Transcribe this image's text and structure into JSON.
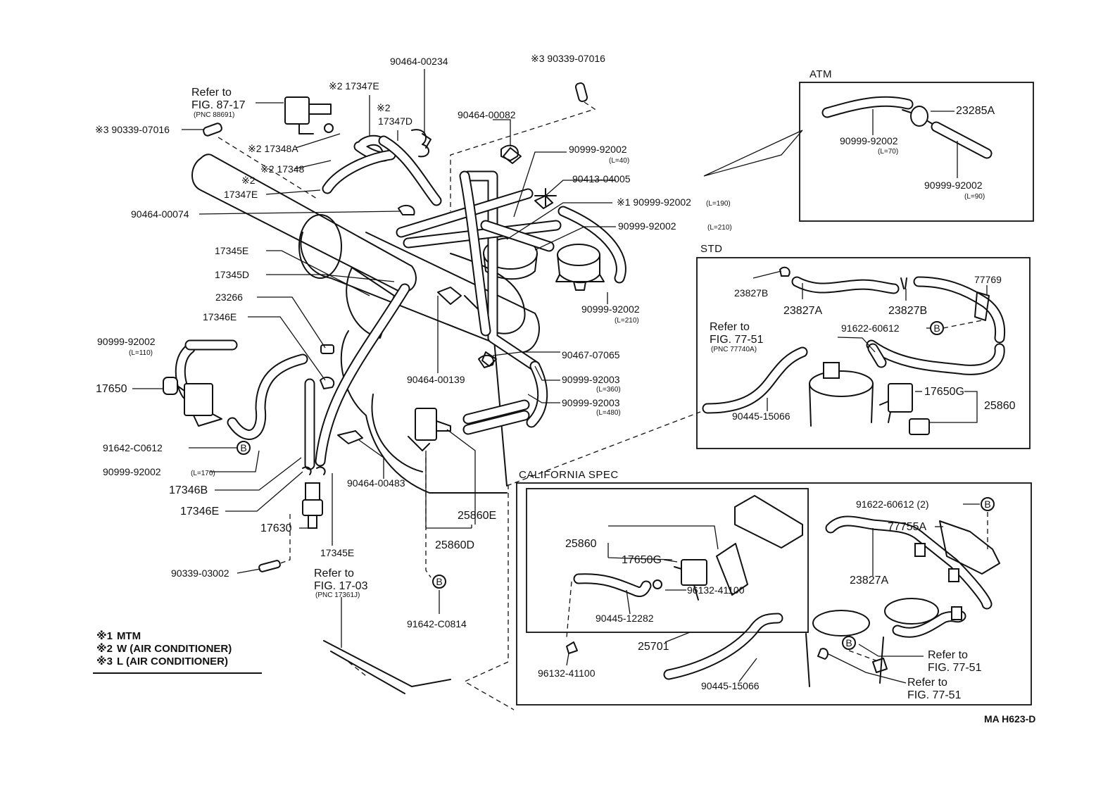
{
  "diagram_id": "MA  H623-D",
  "sections": {
    "atm": "ATM",
    "std": "STD",
    "california": "CALIFORNIA  SPEC"
  },
  "legend": [
    {
      "mark": "※1",
      "text": "MTM"
    },
    {
      "mark": "※2",
      "text": "W (AIR CONDITIONER)"
    },
    {
      "mark": "※3",
      "text": "L (AIR CONDITIONER)"
    }
  ],
  "callout_mark": "B",
  "labels": {
    "p90464_00234": "90464-00234",
    "p90339_07016_top": "※3 90339-07016",
    "p17347E_top": "※2 17347E",
    "p17347D": "※2 17347D",
    "refer_87_17_a": "Refer  to",
    "refer_87_17_b": "FIG. 87-17",
    "refer_87_17_c": "(PNC  88691)",
    "p90339_07016_left": "※3 90339-07016",
    "p17348A": "※2 17348A",
    "p17348": "※2 17348",
    "p17347E_mark": "※2",
    "p17347E": "17347E",
    "p90464_00082": "90464-00082",
    "p90999_92002_l40": "90999-92002",
    "l40": "(L=40)",
    "p90413_04005": "90413-04005",
    "p90999_92002_l190": "※1 90999-92002",
    "l190": "(L=190)",
    "p90999_92002_l210a": "90999-92002",
    "l210a": "(L=210)",
    "p90464_00074": "90464-00074",
    "p17345E_a": "17345E",
    "p17345D": "17345D",
    "p23266": "23266",
    "p17346E_a": "17346E",
    "p90999_92002_l110": "90999-92002",
    "l110": "(L=110)",
    "p17650": "17650",
    "p91642_C0612": "91642-C0612",
    "p90999_92002_l170": "90999-92002",
    "l170": "(L=170)",
    "p17346B": "17346B",
    "p17346E_b": "17346E",
    "p17630": "17630",
    "p17345E_b": "17345E",
    "p90339_03002": "90339-03002",
    "refer_17_03_a": "Refer  to",
    "refer_17_03_b": "FIG. 17-03",
    "refer_17_03_c": "(PNC  17361J)",
    "p90999_92002_l210b": "90999-92002",
    "l210b": "(L=210)",
    "p90464_00139": "90464-00139",
    "p90467_07065": "90467-07065",
    "p90999_92003_l360": "90999-92003",
    "l360": "(L=360)",
    "p90999_92003_l480": "90999-92003",
    "l480": "(L=480)",
    "p90464_00483": "90464-00483",
    "p25860E": "25860E",
    "p25860D": "25860D",
    "p91642_C0814": "91642-C0814",
    "atm_23285A": "23285A",
    "atm_90999_92002_l70": "90999-92002",
    "atm_l70": "(L=70)",
    "atm_90999_92002_l90": "90999-92002",
    "atm_l90": "(L=90)",
    "std_23827B_a": "23827B",
    "std_23827A": "23827A",
    "std_23827B_b": "23827B",
    "std_77769": "77769",
    "std_91622_60612": "91622-60612",
    "std_refer_a": "Refer  to",
    "std_refer_b": "FIG. 77-51",
    "std_refer_c": "(PNC  77740A)",
    "std_17650G": "17650G",
    "std_25860": "25860",
    "std_90445_15066": "90445-15066",
    "cal_91622_60612": "91622-60612 (2)",
    "cal_77755A": "77755A",
    "cal_25860": "25860",
    "cal_17650G": "17650G",
    "cal_96132_41100_a": "96132-41100",
    "cal_90445_12282": "90445-12282",
    "cal_25701": "25701",
    "cal_96132_41100_b": "96132-41100",
    "cal_90445_15066": "90445-15066",
    "cal_23827A": "23827A",
    "cal_refer1_a": "Refer  to",
    "cal_refer1_b": "FIG. 77-51",
    "cal_refer2_a": "Refer  to",
    "cal_refer2_b": "FIG. 77-51"
  }
}
